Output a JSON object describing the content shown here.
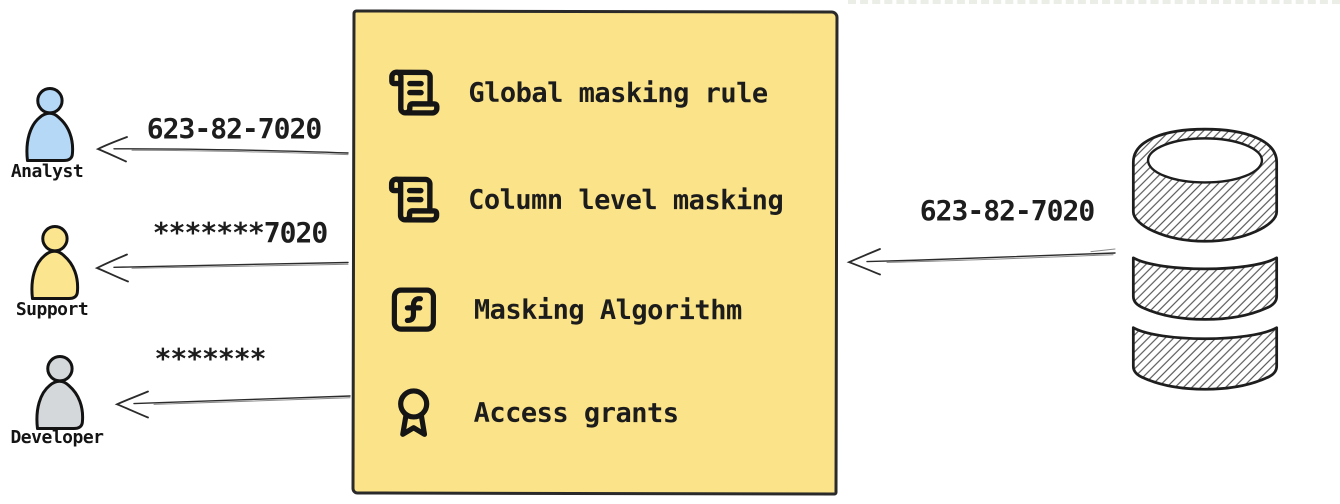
{
  "diagram_title": "data-masking-flow",
  "masking_box": {
    "fill": "#fae388",
    "border_color": "#2a2a2a",
    "items": [
      {
        "icon": "scroll-text-icon",
        "label": "Global masking rule"
      },
      {
        "icon": "scroll-text-icon",
        "label": "Column level masking"
      },
      {
        "icon": "function-square-icon",
        "label": "Masking Algorithm"
      },
      {
        "icon": "award-icon",
        "label": "Access grants"
      }
    ]
  },
  "consumers": [
    {
      "name": "Analyst",
      "fill": "#b5d8f6",
      "arrow_label": "623-82-7020"
    },
    {
      "name": "Support",
      "fill": "#fbe58f",
      "arrow_label": "*******7020"
    },
    {
      "name": "Developer",
      "fill": "#d5d8db",
      "arrow_label": "*******"
    }
  ],
  "database": {
    "icon": "database-icon",
    "arrow_label": "623-82-7020"
  },
  "colors": {
    "ink": "#1c1c1c",
    "background": "#ffffff",
    "box_yellow": "#fae388",
    "analyst_blue": "#b5d8f6",
    "support_yellow": "#fbe58f",
    "developer_gray": "#d5d8db"
  }
}
